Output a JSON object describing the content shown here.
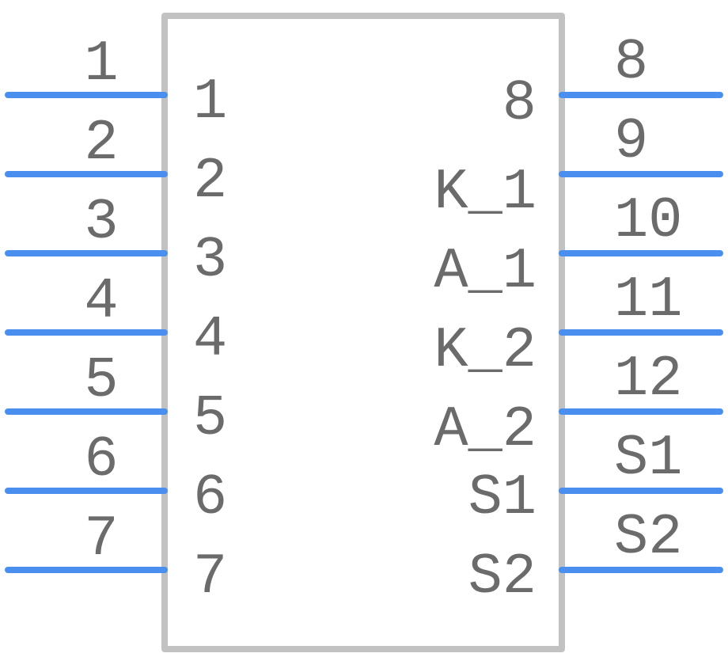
{
  "component": {
    "colors": {
      "pin": "#4a8ef0",
      "outline": "#c2c2c2",
      "text": "#6b6b6b"
    },
    "left_pins": [
      {
        "number": "1",
        "name": "1"
      },
      {
        "number": "2",
        "name": "2"
      },
      {
        "number": "3",
        "name": "3"
      },
      {
        "number": "4",
        "name": "4"
      },
      {
        "number": "5",
        "name": "5"
      },
      {
        "number": "6",
        "name": "6"
      },
      {
        "number": "7",
        "name": "7"
      }
    ],
    "right_pins": [
      {
        "number": "8",
        "name": "8"
      },
      {
        "number": "9",
        "name": "K_1"
      },
      {
        "number": "10",
        "name": "A_1"
      },
      {
        "number": "11",
        "name": "K_2"
      },
      {
        "number": "12",
        "name": "A_2"
      },
      {
        "number": "S1",
        "name": "S1"
      },
      {
        "number": "S2",
        "name": "S2"
      }
    ]
  }
}
